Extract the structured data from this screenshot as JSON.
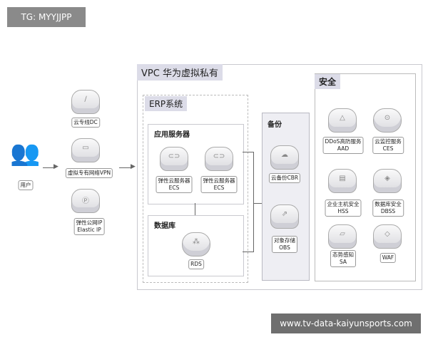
{
  "watermarks": {
    "top": "TG: MYYJJPP",
    "bottom": "www.tv-data-kaiyunsports.com"
  },
  "users": {
    "label": "用户"
  },
  "entry": [
    {
      "label": "云专线DC"
    },
    {
      "label": "虚拟专有网络VPN"
    },
    {
      "label": "弹性公网IP",
      "sub": "Elastic IP"
    }
  ],
  "vpc": {
    "title": "VPC 华为虚拟私有"
  },
  "erp": {
    "title": "ERP系统",
    "app": {
      "title": "应用服务器",
      "ecs": [
        {
          "label": "弹性云服务器",
          "sub": "ECS"
        },
        {
          "label": "弹性云服务器",
          "sub": "ECS"
        }
      ]
    },
    "db": {
      "title": "数据库",
      "rds": "RDS"
    }
  },
  "backup": {
    "title": "备份",
    "items": [
      {
        "label": "云备份CBR"
      },
      {
        "label": "对象存储",
        "sub": "OBS"
      }
    ]
  },
  "security": {
    "title": "安全",
    "items": [
      {
        "label": "DDoS高防服务",
        "sub": "AAD"
      },
      {
        "label": "云监控服务",
        "sub": "CES"
      },
      {
        "label": "企业主机安全",
        "sub": "HSS"
      },
      {
        "label": "数据库安全",
        "sub": "DBSS"
      },
      {
        "label": "态势感知",
        "sub": "SA"
      },
      {
        "label": "WAF"
      }
    ]
  }
}
